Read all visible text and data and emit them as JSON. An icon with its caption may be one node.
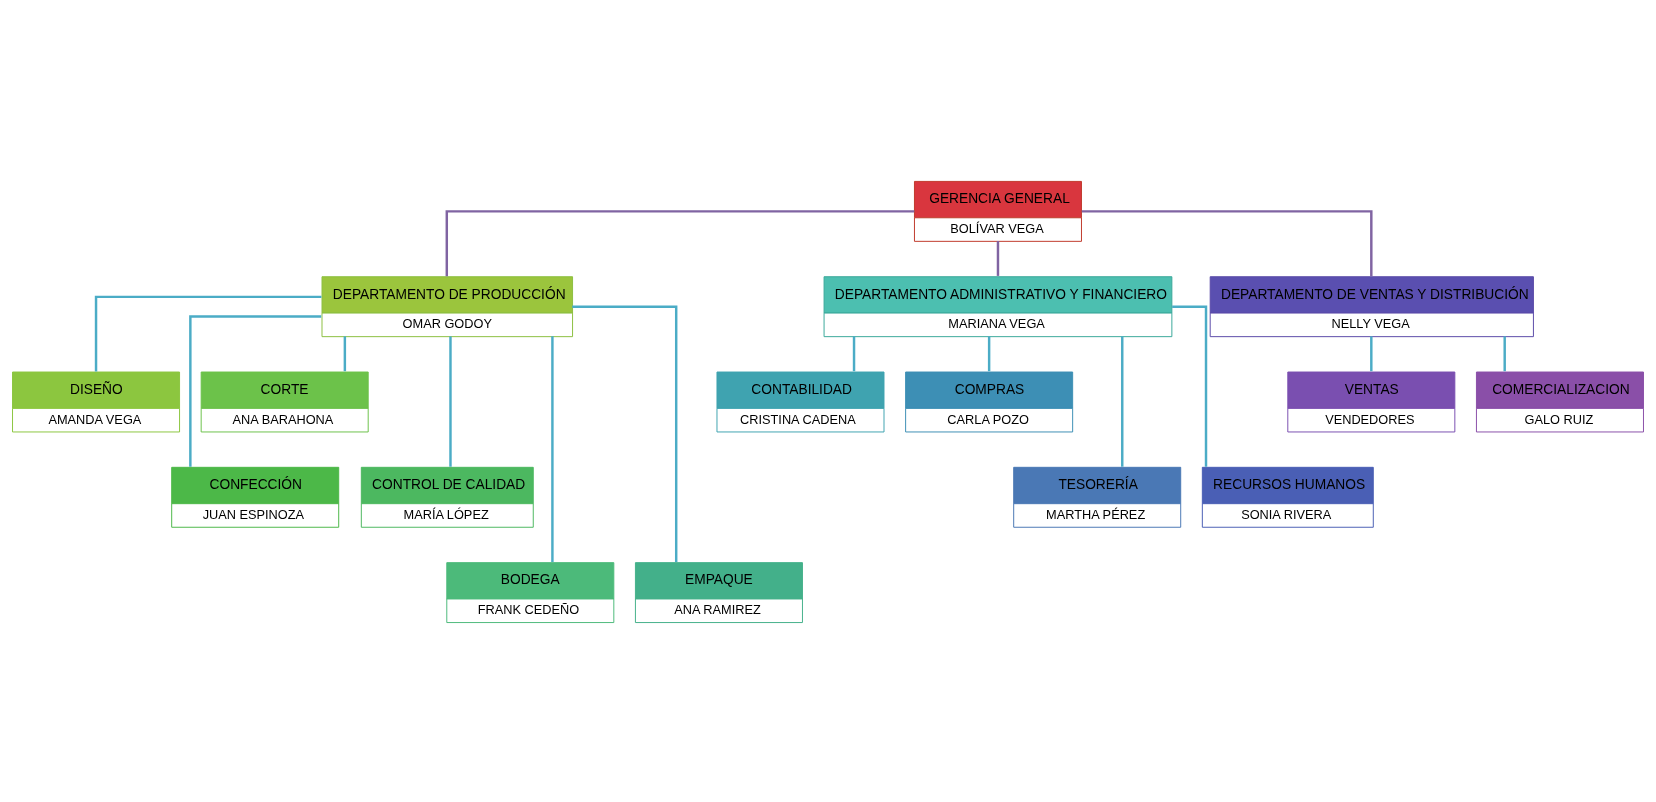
{
  "diagram": {
    "nodes": [
      {
        "text": [
          "GERENCIA GENERAL",
          "BOLÍVAR VEGA"
        ]
      },
      {
        "text": [
          "DEPARTAMENTO DE PRODUCCIÓN",
          "OMAR GODOY"
        ]
      },
      {
        "text": [
          "DEPARTAMENTO ADMINISTRATIVO Y FINANCIERO",
          "MARIANA VEGA"
        ]
      },
      {
        "text": [
          "DEPARTAMENTO DE VENTAS Y DISTRIBUCIÓN",
          "NELLY VEGA"
        ]
      },
      {
        "text": [
          "DISEÑO",
          "AMANDA VEGA"
        ]
      },
      {
        "text": [
          "CORTE",
          "ANA BARAHONA"
        ]
      },
      {
        "text": [
          "CONFECCIÓN",
          "JUAN ESPINOZA"
        ]
      },
      {
        "text": [
          "CONTROL DE CALIDAD",
          "MARÍA LÓPEZ"
        ]
      },
      {
        "text": [
          "BODEGA",
          "FRANK CEDEÑO"
        ]
      },
      {
        "text": [
          "EMPAQUE",
          "ANA RAMIREZ"
        ]
      },
      {
        "text": [
          "CONTABILIDAD",
          "CRISTINA CADENA"
        ]
      },
      {
        "text": [
          "COMPRAS",
          "CARLA POZO"
        ]
      },
      {
        "text": [
          "TESORERÍA",
          "MARTHA PÉREZ"
        ]
      },
      {
        "text": [
          "RECURSOS HUMANOS",
          "SONIA RIVERA"
        ]
      },
      {
        "text": [
          "VENTAS",
          "VENDEDORES"
        ]
      },
      {
        "text": [
          "COMERCIALIZACION",
          "GALO RUIZ"
        ]
      }
    ],
    "edges": [
      {
        "from": 0,
        "to": 1,
        "arrow": "none",
        "color": "#8064a2"
      },
      {
        "from": 0,
        "to": 2,
        "arrow": "none",
        "color": "#8064a2"
      },
      {
        "from": 0,
        "to": 3,
        "arrow": "none",
        "color": "#8064a2"
      },
      {
        "from": 1,
        "to": 4,
        "arrow": "none"
      },
      {
        "from": 1,
        "to": 5,
        "arrow": "none"
      },
      {
        "from": 1,
        "to": 6,
        "arrow": "none"
      },
      {
        "from": 1,
        "to": 7,
        "arrow": "none"
      },
      {
        "from": 1,
        "to": 8,
        "arrow": "none"
      },
      {
        "from": 1,
        "to": 9,
        "arrow": "none"
      },
      {
        "from": 2,
        "to": 10,
        "arrow": "none"
      },
      {
        "from": 2,
        "to": 11,
        "arrow": "none"
      },
      {
        "from": 2,
        "to": 12,
        "arrow": "none"
      },
      {
        "from": 2,
        "to": 13,
        "arrow": "none"
      },
      {
        "from": 3,
        "to": 14,
        "arrow": "none"
      },
      {
        "from": 3,
        "to": 15,
        "arrow": "none"
      }
    ]
  }
}
